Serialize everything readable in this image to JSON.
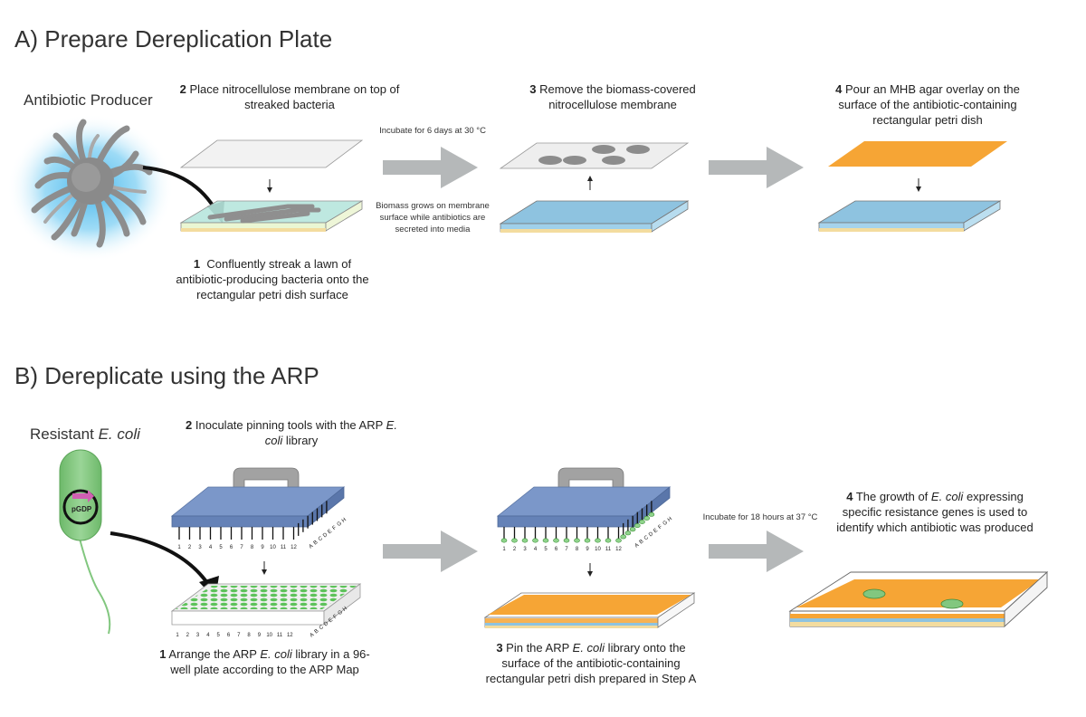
{
  "section_a": {
    "title": "A) Prepare Dereplication Plate",
    "organism": "Antibiotic Producer",
    "step1_num": "1",
    "step1_text": "Confluently streak a lawn of antibiotic-producing bacteria onto the rectangular petri dish surface",
    "step2_num": "2",
    "step2_text": "Place nitrocellulose membrane on top of streaked bacteria",
    "incubate_note": "Incubate for 6 days at 30 °C",
    "biomass_note": "Biomass grows on membrane surface while antibiotics are secreted into media",
    "step3_num": "3",
    "step3_text": "Remove the biomass-covered nitrocellulose membrane",
    "step4_num": "4",
    "step4_text": "Pour an MHB agar overlay on the surface of the antibiotic-containing rectangular petri dish"
  },
  "section_b": {
    "title": "B) Dereplicate using the ARP",
    "organism_prefix": "Resistant ",
    "organism_italic": "E. coli",
    "plasmid_label": "pGDP",
    "step1_num": "1",
    "step1_pre": "Arrange the ARP ",
    "step1_italic": "E. coli",
    "step1_post": " library in a 96-well plate according to the ARP Map",
    "step2_num": "2",
    "step2_pre": "Inoculate pinning tools with the ARP ",
    "step2_italic": "E. coli",
    "step2_post": " library",
    "step3_num": "3",
    "step3_pre": "Pin the ARP ",
    "step3_italic": "E. coli",
    "step3_post": " library onto the surface of the antibiotic-containing rectangular petri dish prepared in Step A",
    "incubate_note": "Incubate for 18 hours at 37 °C",
    "step4_num": "4",
    "step4_pre": "The growth of ",
    "step4_italic": "E. coli",
    "step4_post": " expressing specific resistance genes is used to identify which antibiotic was produced",
    "column_ticks": [
      "1",
      "2",
      "3",
      "4",
      "5",
      "6",
      "7",
      "8",
      "9",
      "10",
      "11",
      "12"
    ],
    "row_ticks": [
      "A",
      "B",
      "C",
      "D",
      "E",
      "F",
      "G",
      "H"
    ]
  },
  "colors": {
    "arrow_gray": "#b5b8b9",
    "agar_blue": "#8ec3e0",
    "overlay_orange": "#f6a535",
    "base_yellow": "#f3dc9f",
    "tool_blue": "#6f8cbf",
    "ecoli_green": "#82c77f",
    "glow_blue": "#3fb2ea",
    "plasmid_pink": "#d05fb2"
  }
}
